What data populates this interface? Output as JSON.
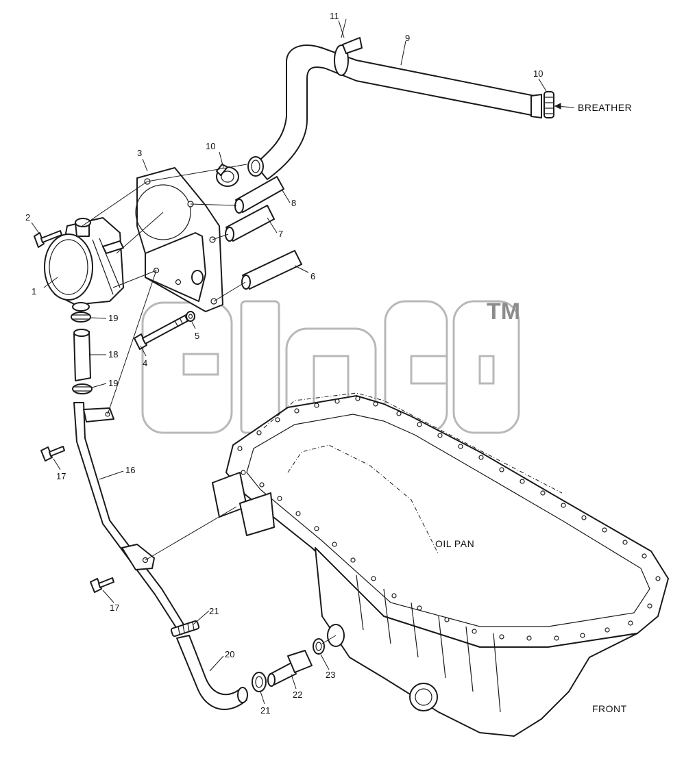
{
  "labels": {
    "p1": "1",
    "p2": "2",
    "p3": "3",
    "p4": "4",
    "p5": "5",
    "p6": "6",
    "p7": "7",
    "p8": "8",
    "p9": "9",
    "p10a": "10",
    "p10b": "10",
    "p11": "11",
    "p16": "16",
    "p17a": "17",
    "p17b": "17",
    "p18": "18",
    "p19a": "19",
    "p19b": "19",
    "p20": "20",
    "p21a": "21",
    "p21b": "21",
    "p22": "22",
    "p23": "23"
  },
  "captions": {
    "breather": "BREATHER",
    "oil_pan": "OIL PAN",
    "front": "FRONT"
  },
  "watermark": {
    "tm": "TM"
  }
}
